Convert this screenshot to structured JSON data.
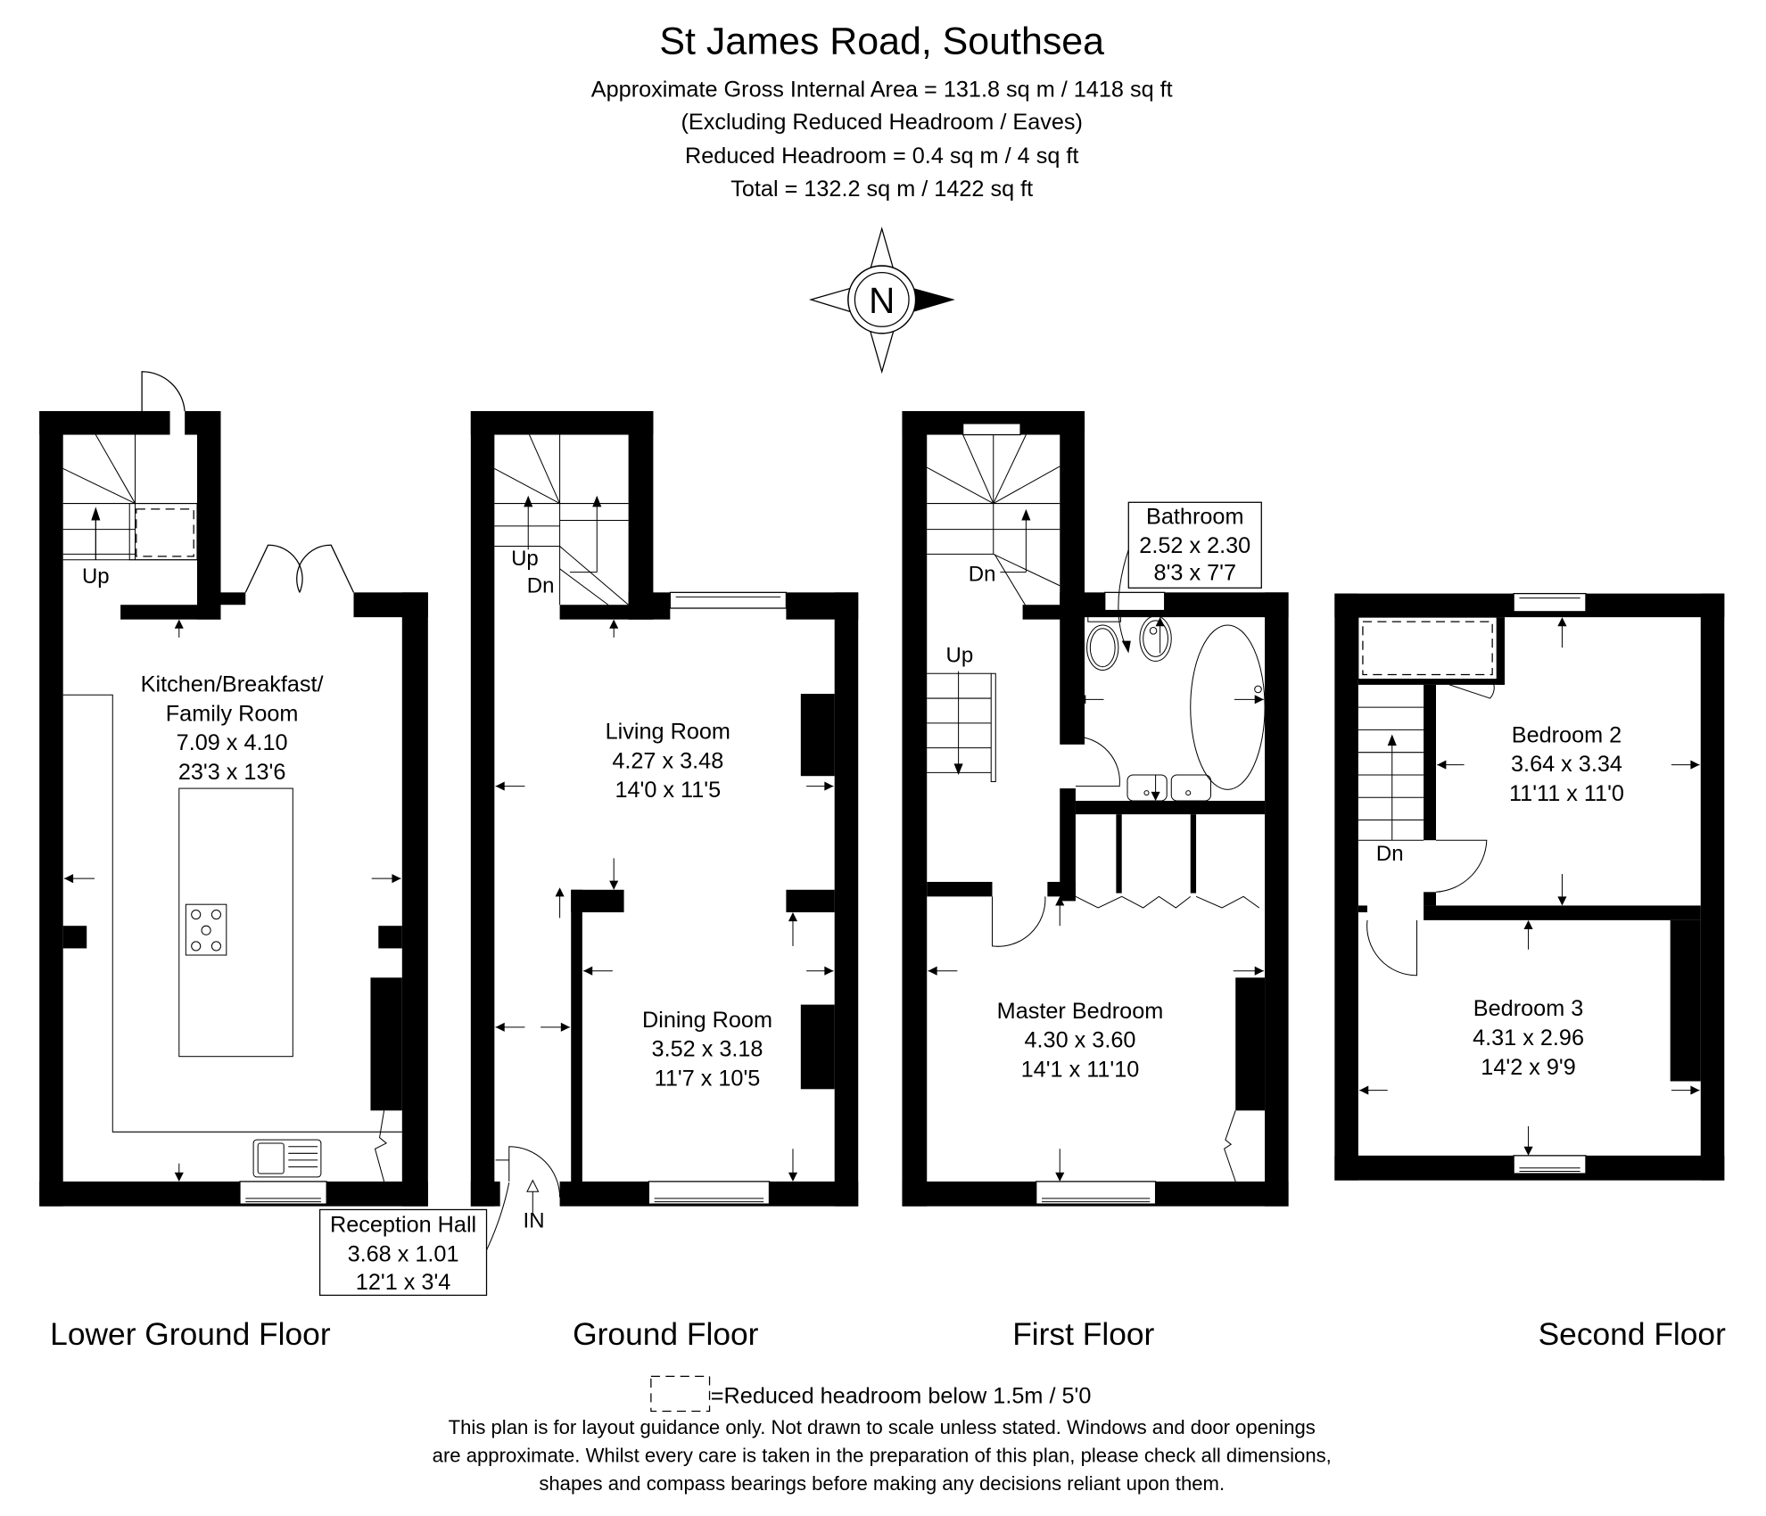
{
  "header": {
    "title": "St James Road, Southsea",
    "area_lines": [
      "Approximate Gross Internal Area = 131.8 sq m / 1418 sq ft",
      "(Excluding Reduced Headroom / Eaves)",
      "Reduced Headroom = 0.4 sq m / 4 sq ft",
      "Total = 132.2 sq m / 1422 sq ft"
    ]
  },
  "compass": {
    "label": "N",
    "icon": "compass-rose-icon"
  },
  "floors": [
    {
      "name": "Lower Ground Floor",
      "rooms": [
        {
          "name_lines": [
            "Kitchen/Breakfast/",
            "Family Room"
          ],
          "metric": "7.09 x 4.10",
          "imperial": "23'3 x 13'6"
        }
      ],
      "stair_labels": [
        "Up"
      ]
    },
    {
      "name": "Ground Floor",
      "rooms": [
        {
          "name_lines": [
            "Living Room"
          ],
          "metric": "4.27 x 3.48",
          "imperial": "14'0 x 11'5"
        },
        {
          "name_lines": [
            "Dining Room"
          ],
          "metric": "3.52 x 3.18",
          "imperial": "11'7 x 10'5"
        },
        {
          "name_lines": [
            "Reception Hall"
          ],
          "metric": "3.68 x 1.01",
          "imperial": "12'1 x 3'4"
        }
      ],
      "stair_labels": [
        "Up",
        "Dn"
      ],
      "entrance_label": "IN"
    },
    {
      "name": "First Floor",
      "rooms": [
        {
          "name_lines": [
            "Bathroom"
          ],
          "metric": "2.52 x 2.30",
          "imperial": "8'3 x 7'7"
        },
        {
          "name_lines": [
            "Master Bedroom"
          ],
          "metric": "4.30 x 3.60",
          "imperial": "14'1 x 11'10"
        }
      ],
      "stair_labels": [
        "Dn",
        "Up"
      ]
    },
    {
      "name": "Second Floor",
      "rooms": [
        {
          "name_lines": [
            "Bedroom 2"
          ],
          "metric": "3.64 x 3.34",
          "imperial": "11'11 x 11'0"
        },
        {
          "name_lines": [
            "Bedroom 3"
          ],
          "metric": "4.31 x 2.96",
          "imperial": "14'2 x 9'9"
        }
      ],
      "stair_labels": [
        "Dn"
      ]
    }
  ],
  "legend": {
    "reduced_headroom": "=Reduced headroom below 1.5m / 5'0"
  },
  "disclaimer": [
    "This plan is for layout guidance only. Not drawn to scale unless stated. Windows and door openings",
    "are approximate. Whilst every care is taken in the preparation of this plan, please check all dimensions,",
    "shapes and compass bearings before making any decisions reliant upon them."
  ]
}
